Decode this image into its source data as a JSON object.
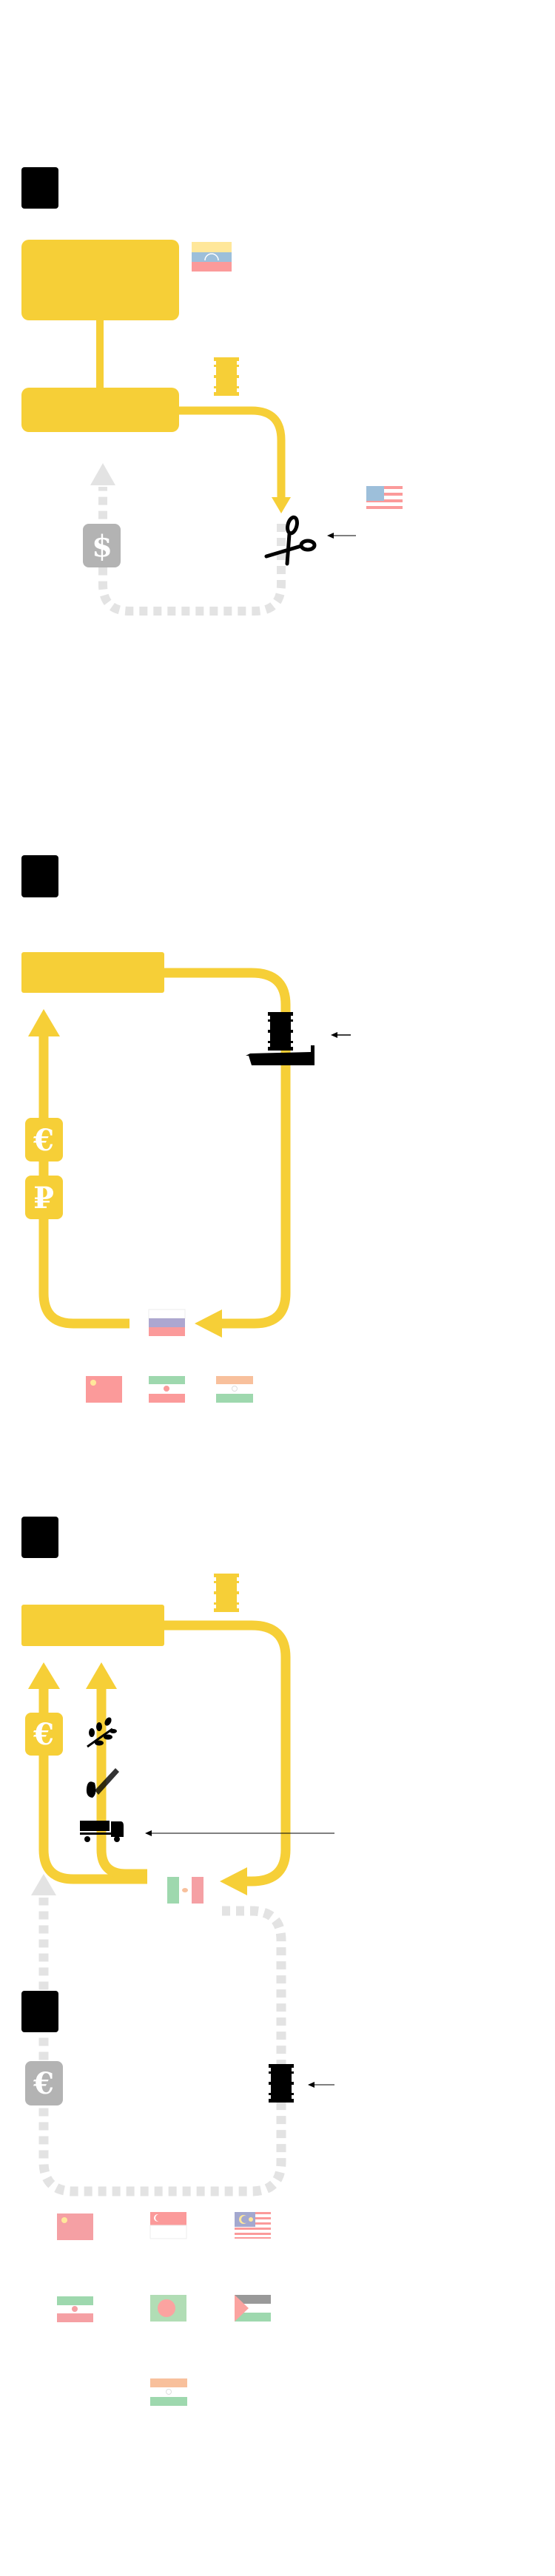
{
  "colors": {
    "flow": "#F6CF37",
    "inactive_flow": "#E3E3E3",
    "badge_inactive": "#B3B3B3",
    "marker": "#000000"
  },
  "sections": [
    {
      "icons": [
        "venezuela-flag",
        "oil-barrel-icon",
        "scissors-icon",
        "usa-flag"
      ],
      "currency_badges": [
        {
          "symbol": "$",
          "state": "inactive"
        }
      ]
    },
    {
      "icons": [
        "oil-barrel-icon",
        "tanker-ship-icon",
        "russia-flag",
        "china-flag",
        "iran-flag",
        "india-flag"
      ],
      "currency_badges": [
        {
          "symbol": "€",
          "state": "active"
        },
        {
          "symbol": "₽",
          "state": "active"
        }
      ]
    },
    {
      "icons": [
        "oil-barrel-icon",
        "wheat-icon",
        "corn-icon",
        "truck-icon",
        "mexico-flag"
      ],
      "currency_badges": [
        {
          "symbol": "€",
          "state": "active"
        }
      ]
    },
    {
      "icons": [
        "oil-barrel-icon",
        "china-flag",
        "singapore-flag",
        "malaysia-flag",
        "iran-flag",
        "bangladesh-flag",
        "palestine-flag",
        "india-flag"
      ],
      "currency_badges": [
        {
          "symbol": "€",
          "state": "inactive"
        }
      ]
    }
  ]
}
